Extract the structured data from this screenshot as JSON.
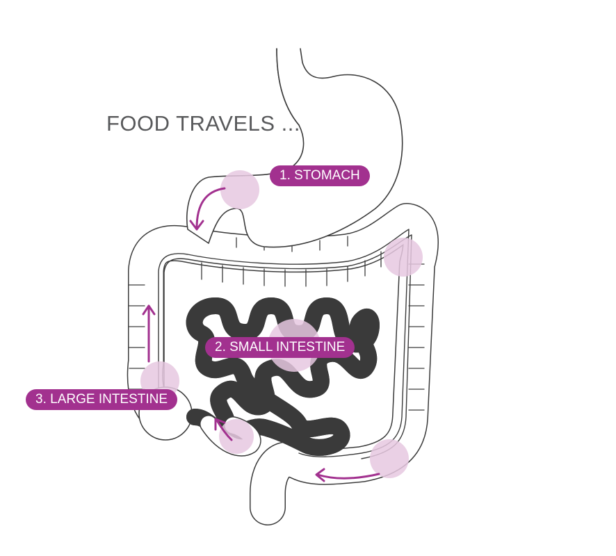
{
  "title": "FOOD TRAVELS ...",
  "labels": {
    "stomach": "1. STOMACH",
    "small_intestine": "2. SMALL INTESTINE",
    "large_intestine": "3. LARGE INTESTINE"
  },
  "colors": {
    "accent": "#a2318f",
    "highlight": "#e6c8e1",
    "outline": "#3a3a3a",
    "title": "#58595b"
  }
}
